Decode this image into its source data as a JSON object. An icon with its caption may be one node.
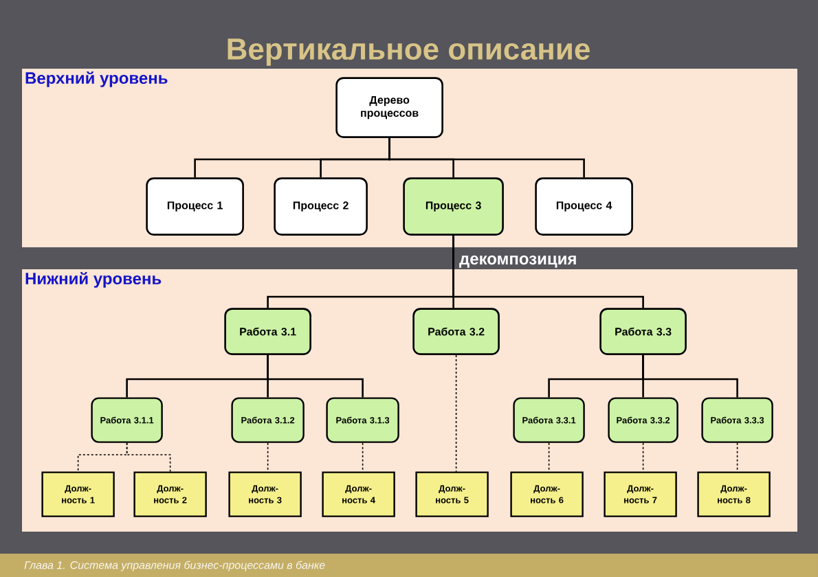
{
  "diagram": {
    "title": "Вертикальное описание",
    "caption": "Глава 1. Система управления бизнес-процессами в банке",
    "nodes": [
      {
        "text": [
          "Верхний уровень"
        ]
      },
      {
        "text": [
          "Дерево процессов"
        ],
        "in": 0
      },
      {
        "text": [
          "Процесс 1"
        ],
        "in": 0
      },
      {
        "text": [
          "Процесс 2"
        ],
        "in": 0
      },
      {
        "text": [
          "Процесс 3"
        ],
        "in": 0
      },
      {
        "text": [
          "Процесс 4"
        ],
        "in": 0
      },
      {
        "text": [
          "Нижний уровень"
        ]
      },
      {
        "text": [
          "Работа 3.1"
        ],
        "in": 6
      },
      {
        "text": [
          "Работа 3.2"
        ],
        "in": 6
      },
      {
        "text": [
          "Работа 3.3"
        ],
        "in": 6
      },
      {
        "text": [
          "Работа 3.1.1"
        ],
        "in": 6
      },
      {
        "text": [
          "Работа 3.1.2"
        ],
        "in": 6
      },
      {
        "text": [
          "Работа 3.1.3"
        ],
        "in": 6
      },
      {
        "text": [
          "Работа 3.3.1"
        ],
        "in": 6
      },
      {
        "text": [
          "Работа 3.3.2"
        ],
        "in": 6
      },
      {
        "text": [
          "Работа 3.3.3"
        ],
        "in": 6
      },
      {
        "text": [
          "Долж- ность 1"
        ],
        "in": 6
      },
      {
        "text": [
          "Долж- ность 2"
        ],
        "in": 6
      },
      {
        "text": [
          "Долж- ность 3"
        ],
        "in": 6
      },
      {
        "text": [
          "Долж- ность 4"
        ],
        "in": 6
      },
      {
        "text": [
          "Долж- ность 5"
        ],
        "in": 6
      },
      {
        "text": [
          "Долж- ность 6"
        ],
        "in": 6
      },
      {
        "text": [
          "Долж- ность 7"
        ],
        "in": 6
      },
      {
        "text": [
          "Долж- ность 8"
        ],
        "in": 6
      }
    ],
    "edges": [
      {
        "from": 1,
        "to": 2,
        "arrow": "none"
      },
      {
        "from": 1,
        "to": 3,
        "arrow": "none"
      },
      {
        "from": 1,
        "to": 4,
        "arrow": "none"
      },
      {
        "from": 1,
        "to": 5,
        "arrow": "none"
      },
      {
        "from": 4,
        "to": 7,
        "arrow": "none"
      },
      {
        "from": 4,
        "to": 8,
        "arrow": "none",
        "label": "декомпозиция"
      },
      {
        "from": 4,
        "to": 9,
        "arrow": "none"
      },
      {
        "from": 7,
        "to": 10,
        "arrow": "none"
      },
      {
        "from": 7,
        "to": 11,
        "arrow": "none"
      },
      {
        "from": 7,
        "to": 12,
        "arrow": "none"
      },
      {
        "from": 9,
        "to": 13,
        "arrow": "none"
      },
      {
        "from": 9,
        "to": 14,
        "arrow": "none"
      },
      {
        "from": 9,
        "to": 15,
        "arrow": "none"
      },
      {
        "from": 10,
        "to": 16,
        "arrow": "none",
        "style": "dashed"
      },
      {
        "from": 10,
        "to": 17,
        "arrow": "none",
        "style": "dashed"
      },
      {
        "from": 11,
        "to": 18,
        "arrow": "none",
        "style": "dashed"
      },
      {
        "from": 12,
        "to": 19,
        "arrow": "none",
        "style": "dashed"
      },
      {
        "from": 8,
        "to": 20,
        "arrow": "none",
        "style": "dashed"
      },
      {
        "from": 13,
        "to": 21,
        "arrow": "none",
        "style": "dashed"
      },
      {
        "from": 14,
        "to": 22,
        "arrow": "none",
        "style": "dashed"
      },
      {
        "from": 15,
        "to": 23,
        "arrow": "none",
        "style": "dashed"
      }
    ]
  }
}
